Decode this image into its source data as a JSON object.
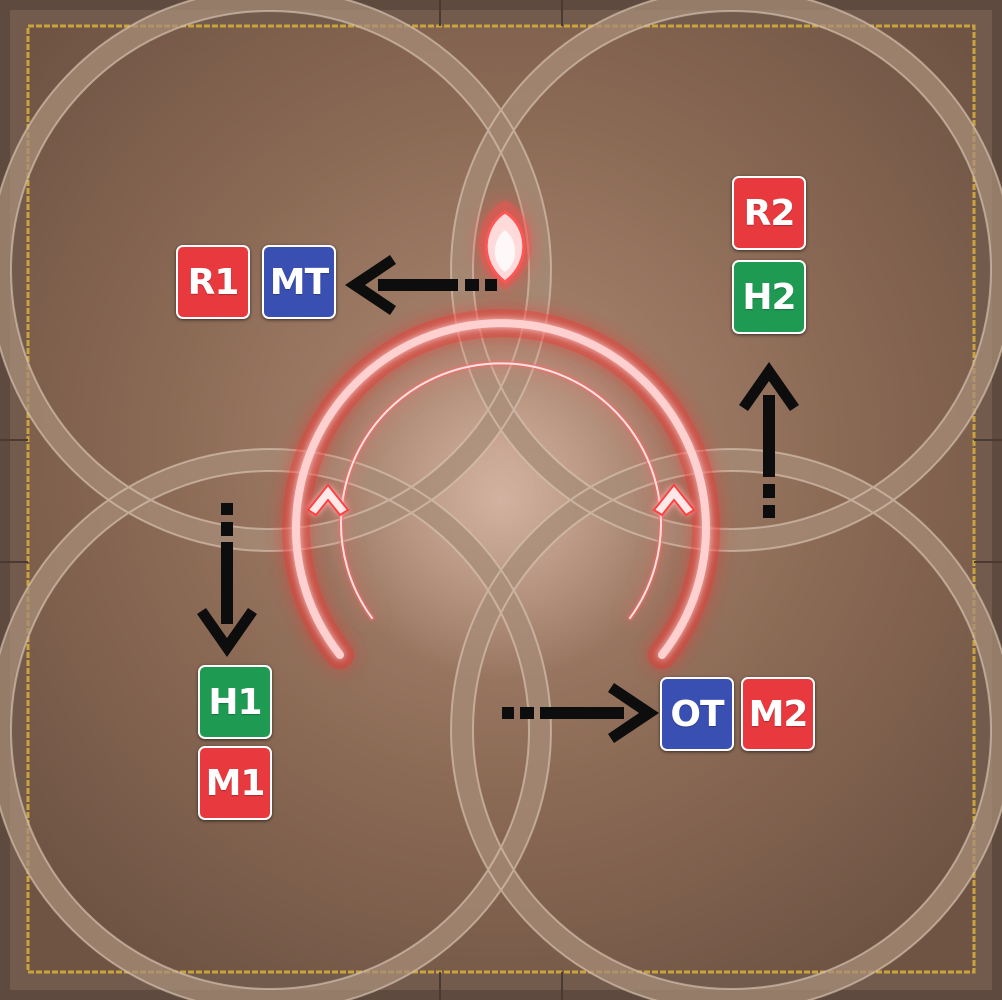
{
  "colors": {
    "dps": "#e8393f",
    "tank": "#3a4fb2",
    "healer": "#1f9a52",
    "floor": "#8a6a56",
    "border_gold": "#c9a33c",
    "arrow": "#0d0d0d",
    "aoe_glow": "#ff3b3b"
  },
  "markers": {
    "r1": "R1",
    "mt": "MT",
    "r2": "R2",
    "h2": "H2",
    "h1": "H1",
    "m1": "M1",
    "ot": "OT",
    "m2": "M2"
  },
  "arrows": [
    {
      "name": "arrow-to-mt",
      "direction": "left"
    },
    {
      "name": "arrow-to-r2-h2",
      "direction": "up"
    },
    {
      "name": "arrow-to-h1-m1",
      "direction": "down"
    },
    {
      "name": "arrow-to-ot-m2",
      "direction": "right"
    }
  ],
  "icons": {
    "aoe": "boss-arc-aoe-icon",
    "boss": "boss-marker-icon"
  }
}
